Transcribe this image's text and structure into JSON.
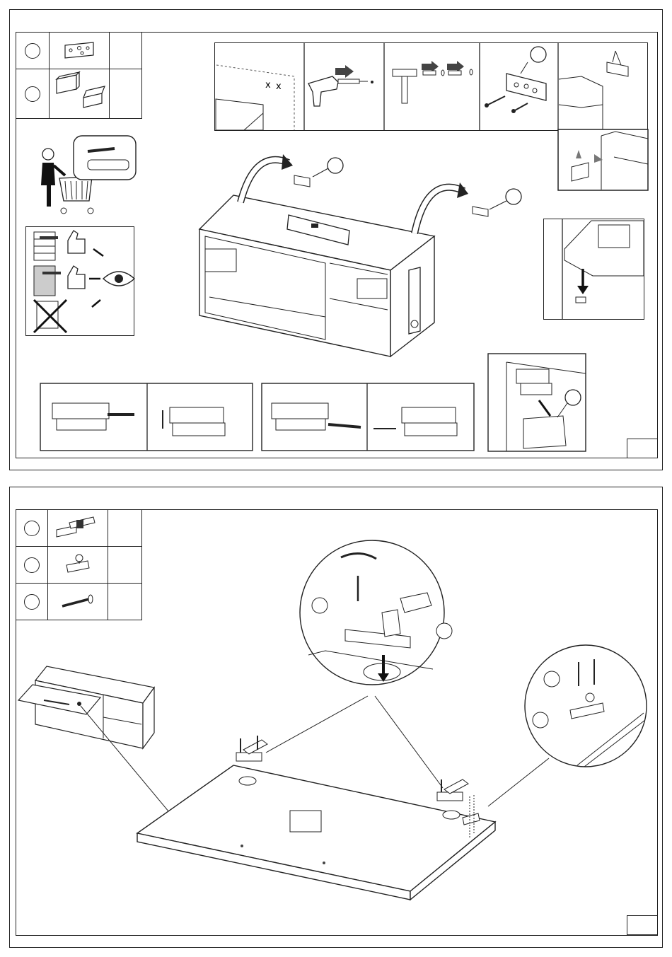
{
  "document": {
    "kind": "assembly instructions (wordless)",
    "pages": [
      {
        "id": "top",
        "parts": [
          {
            "icon": "wall-bracket-icon",
            "qty": ""
          },
          {
            "icon": "spacer-block-icon",
            "qty": ""
          }
        ],
        "steps": [
          "mark-wall",
          "drill-hole",
          "insert-anchor",
          "screw-bracket",
          "mount-bracket"
        ],
        "page_number": ""
      },
      {
        "id": "bottom",
        "parts": [
          {
            "icon": "hinge-icon",
            "qty": ""
          },
          {
            "icon": "flap-stay-icon",
            "qty": ""
          },
          {
            "icon": "screw-icon",
            "qty": ""
          }
        ],
        "page_number": ""
      }
    ],
    "colors": {
      "line": "#222222",
      "fill": "#ffffff",
      "grey": "#d0d0d0"
    }
  }
}
